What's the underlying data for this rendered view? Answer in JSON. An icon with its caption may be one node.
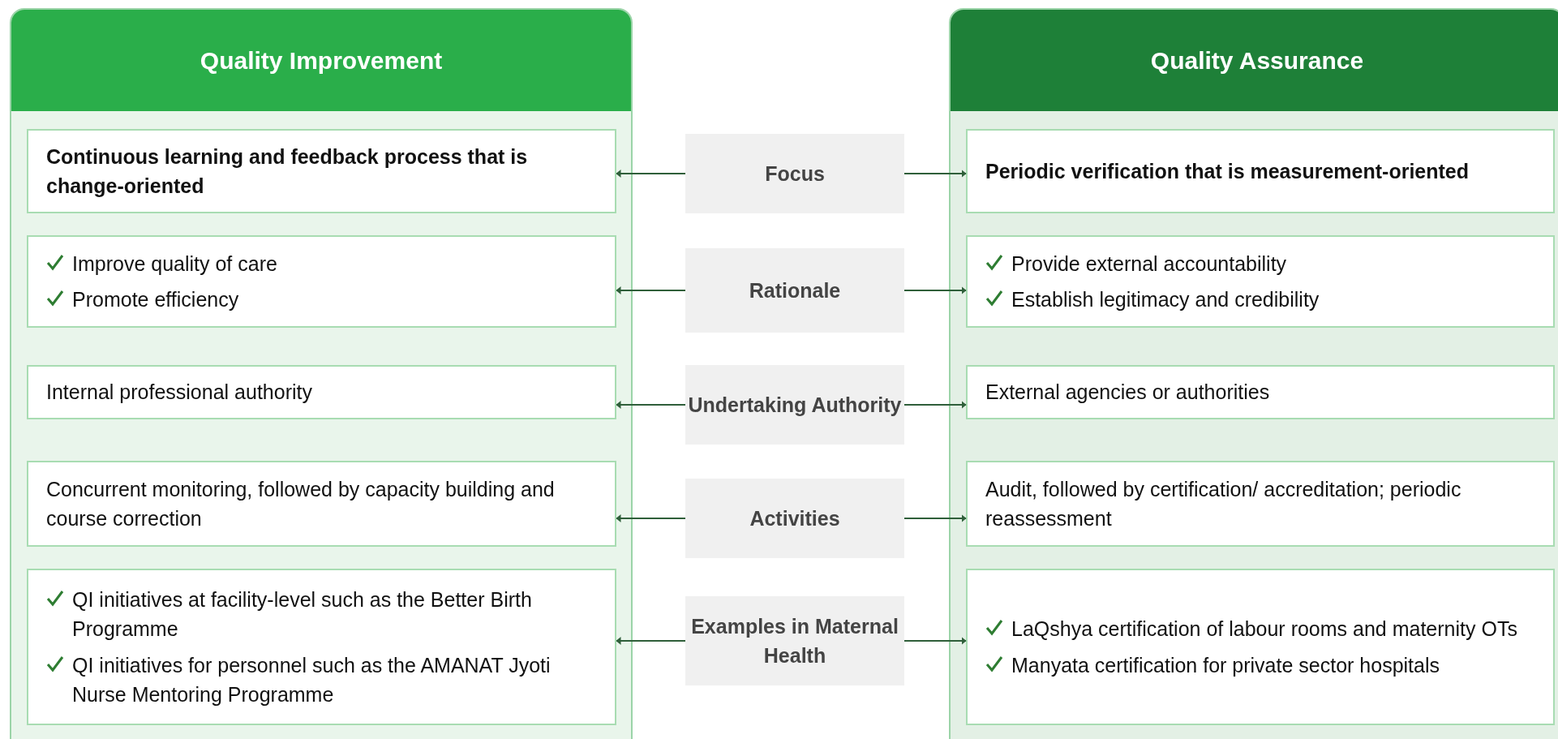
{
  "diagram": {
    "nodes": [
      {
        "text": [
          "Quality Improvement"
        ]
      },
      {
        "text": [
          "Continuous learning and feedback process that is change-oriented"
        ],
        "in": 0
      },
      {
        "text": [
          "Improve quality of care",
          "Promote efficiency"
        ],
        "in": 0
      },
      {
        "text": [
          "Internal professional authority"
        ],
        "in": 0
      },
      {
        "text": [
          "Concurrent monitoring, followed by capacity building and course correction"
        ],
        "in": 0
      },
      {
        "text": [
          "QI initiatives at facility-level such as the Better Birth Programme",
          "QI initiatives for personnel such as the AMANAT Jyoti Nurse Mentoring Programme"
        ],
        "in": 0
      },
      {
        "text": [
          "Quality Assurance"
        ]
      },
      {
        "text": [
          "Periodic verification that is measurement-oriented"
        ],
        "in": 6
      },
      {
        "text": [
          "Provide external accountability",
          "Establish legitimacy and credibility"
        ],
        "in": 6
      },
      {
        "text": [
          "External agencies or authorities"
        ],
        "in": 6
      },
      {
        "text": [
          "Audit, followed by certification/ accreditation; periodic reassessment"
        ],
        "in": 6
      },
      {
        "text": [
          "LaQshya certification of labour rooms and maternity OTs",
          "Manyata certification for private sector hospitals"
        ],
        "in": 6
      },
      {
        "text": [
          "Focus"
        ]
      },
      {
        "text": [
          "Rationale"
        ]
      },
      {
        "text": [
          "Undertaking Authority"
        ]
      },
      {
        "text": [
          "Activities"
        ]
      },
      {
        "text": [
          "Examples in Maternal Health"
        ]
      }
    ],
    "edges": [
      {
        "from": 12,
        "to": 1,
        "arrow": "to"
      },
      {
        "from": 12,
        "to": 7,
        "arrow": "to"
      },
      {
        "from": 13,
        "to": 2,
        "arrow": "to"
      },
      {
        "from": 13,
        "to": 8,
        "arrow": "to"
      },
      {
        "from": 14,
        "to": 3,
        "arrow": "to"
      },
      {
        "from": 14,
        "to": 9,
        "arrow": "to"
      },
      {
        "from": 15,
        "to": 4,
        "arrow": "to"
      },
      {
        "from": 15,
        "to": 10,
        "arrow": "to"
      },
      {
        "from": 16,
        "to": 5,
        "arrow": "to"
      },
      {
        "from": 16,
        "to": 11,
        "arrow": "to"
      }
    ]
  }
}
